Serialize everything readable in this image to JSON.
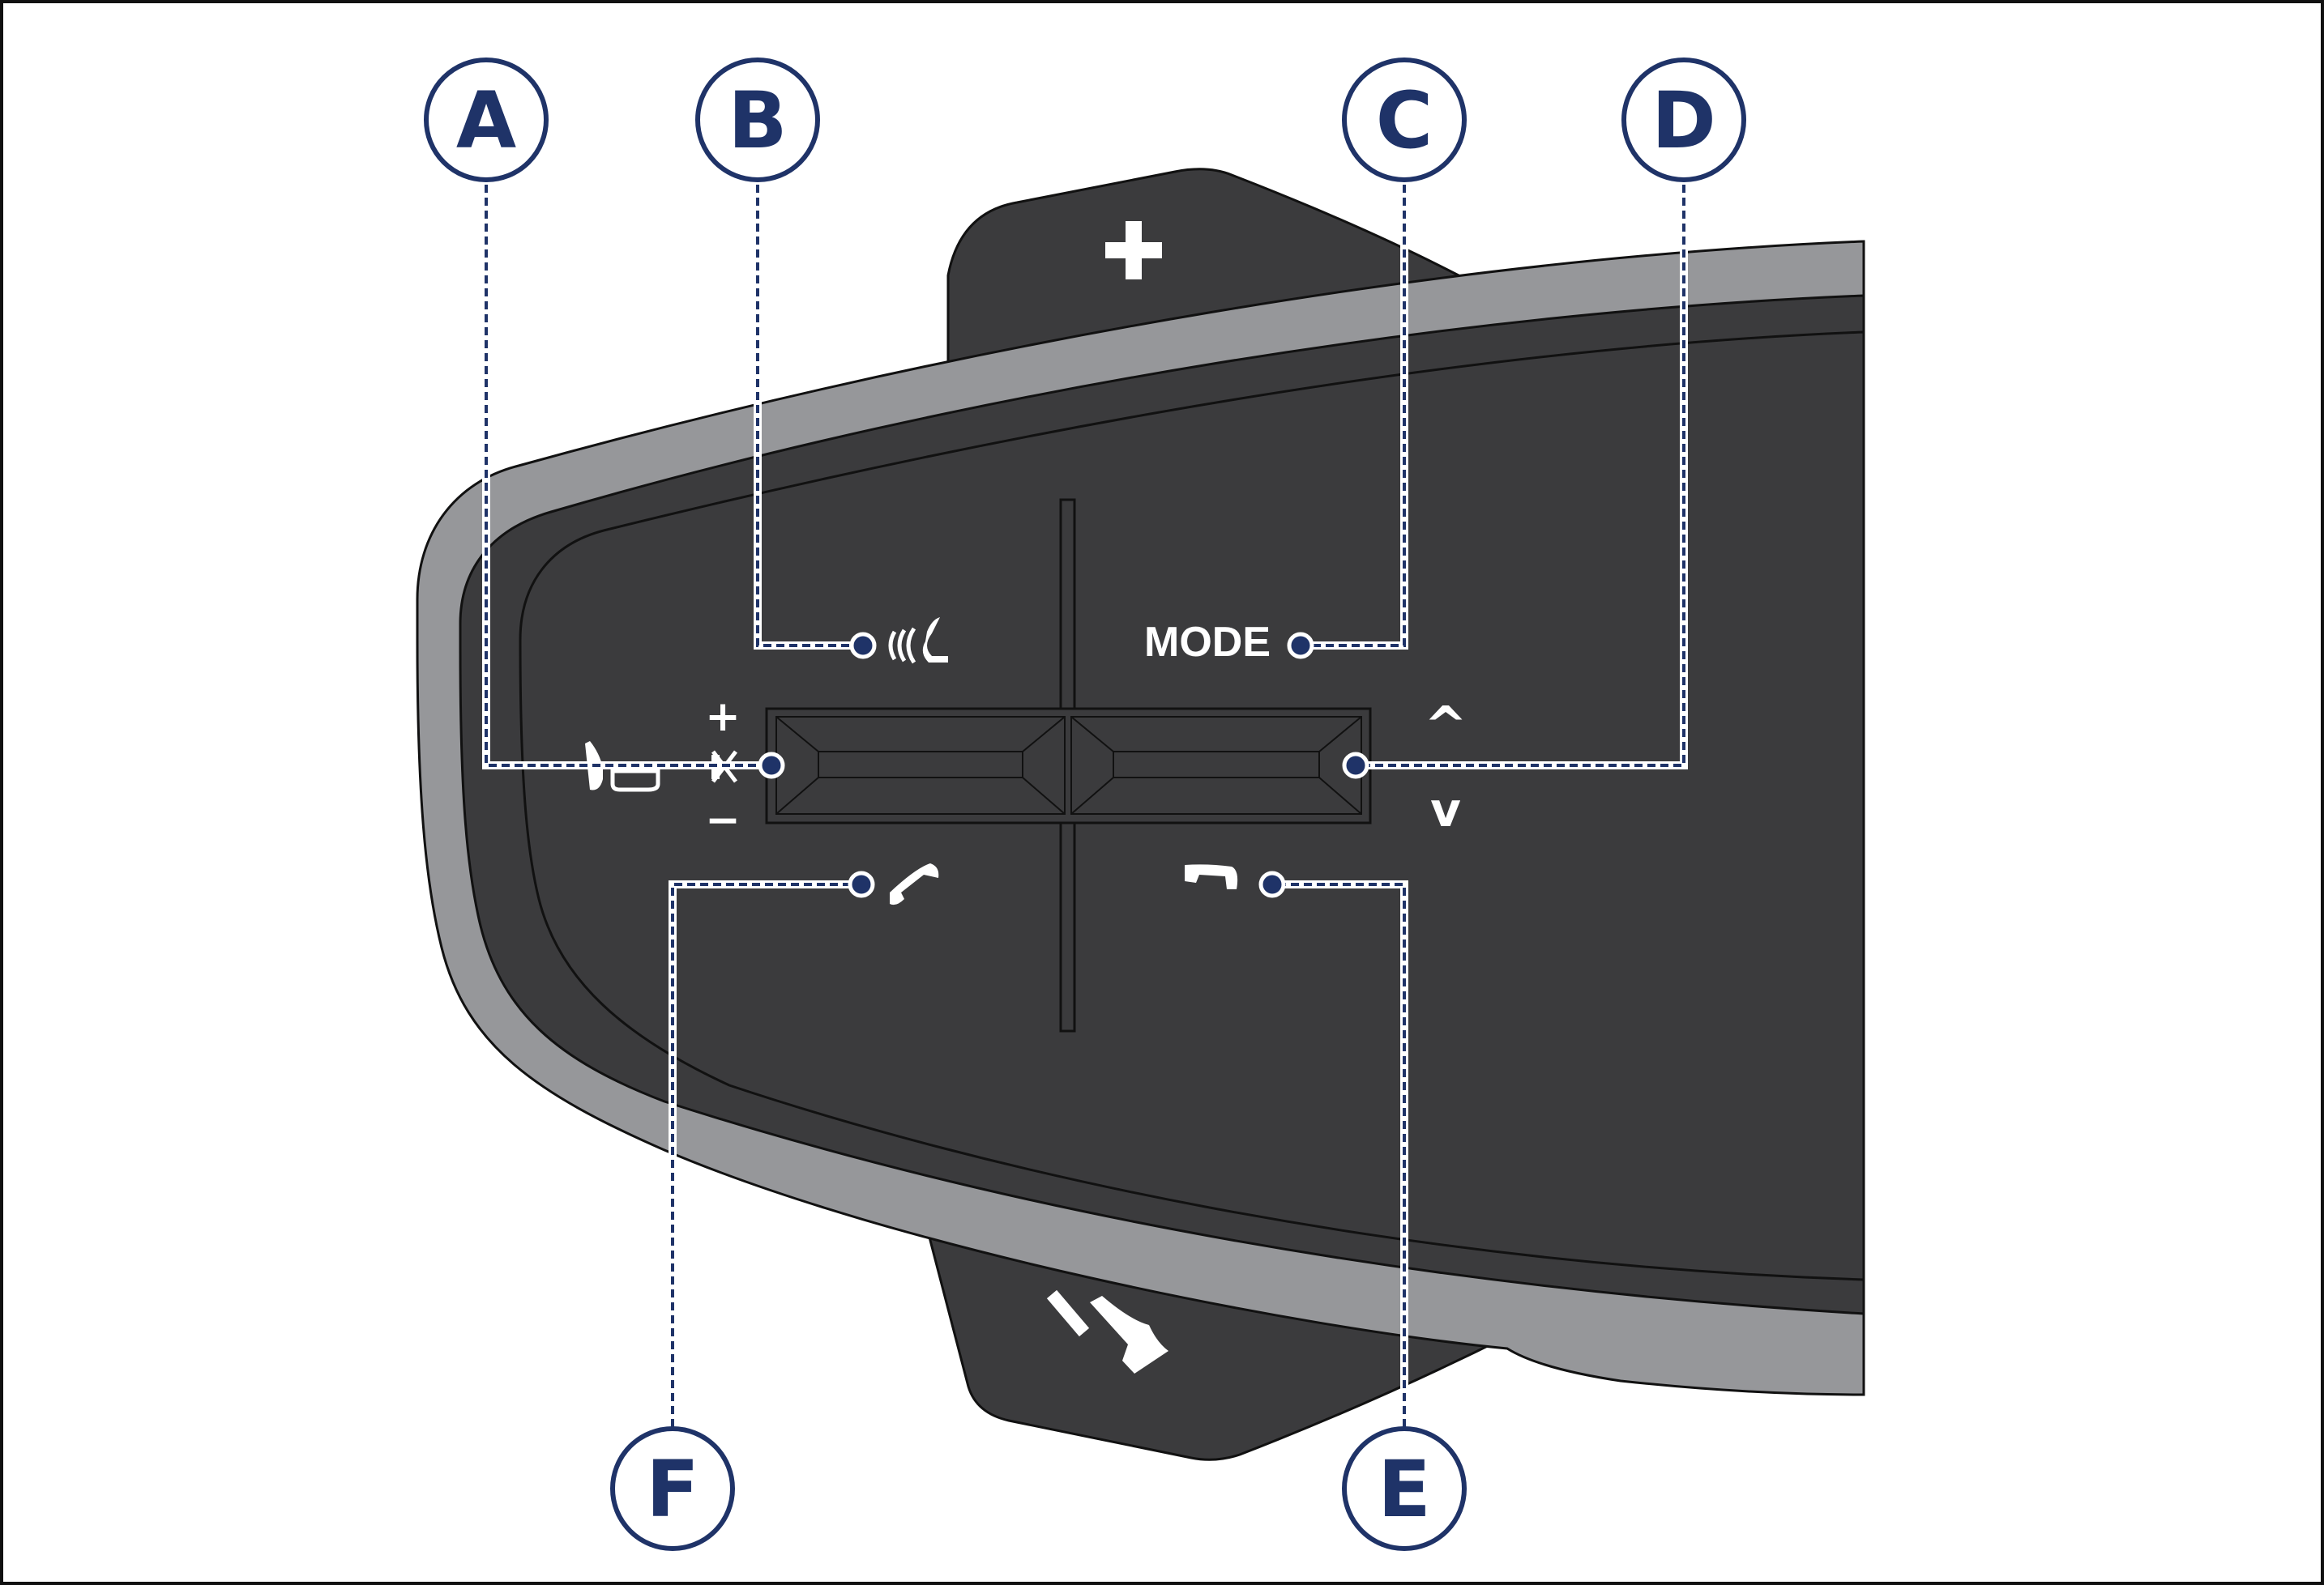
{
  "diagram": {
    "device_labels": {
      "mode": "MODE",
      "plus_top": "+",
      "vol_plus": "+",
      "vol_minus": "−",
      "up": "^",
      "down": "v"
    },
    "callouts": [
      {
        "letter": "A"
      },
      {
        "letter": "B"
      },
      {
        "letter": "C"
      },
      {
        "letter": "D"
      },
      {
        "letter": "E"
      },
      {
        "letter": "F"
      }
    ],
    "colors": {
      "navy": "#1f3368",
      "body": "#3b3b3d",
      "rim": "#96979a",
      "outline": "#111111",
      "glyph": "#ffffff"
    },
    "icons": {
      "top_fin": "plus-icon",
      "bottom_fin": "pen-icon",
      "a": "speaker-mute-icon",
      "b": "voice-command-icon",
      "e": "hang-up-icon",
      "f": "call-answer-icon"
    }
  }
}
